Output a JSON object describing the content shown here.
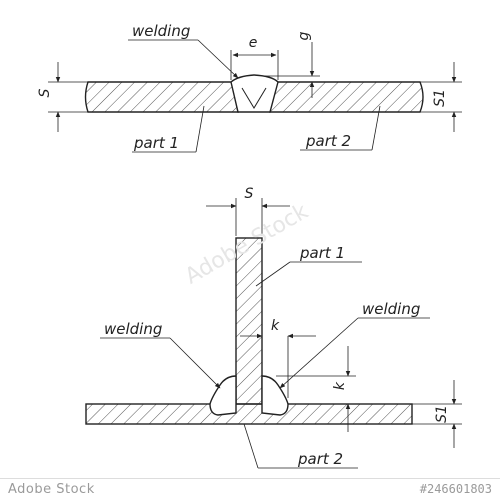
{
  "top_view": {
    "welding": "welding",
    "e": "e",
    "g": "g",
    "s": "S",
    "s1": "S1",
    "part1": "part 1",
    "part2": "part 2"
  },
  "bottom_view": {
    "s": "S",
    "part1": "part 1",
    "welding_left": "welding",
    "welding_right": "welding",
    "k_horizontal": "k",
    "k_vertical": "k",
    "s1": "S1",
    "part2": "part 2"
  },
  "stock": {
    "watermark": "Adobe Stock",
    "asset_id": "#246601803"
  }
}
